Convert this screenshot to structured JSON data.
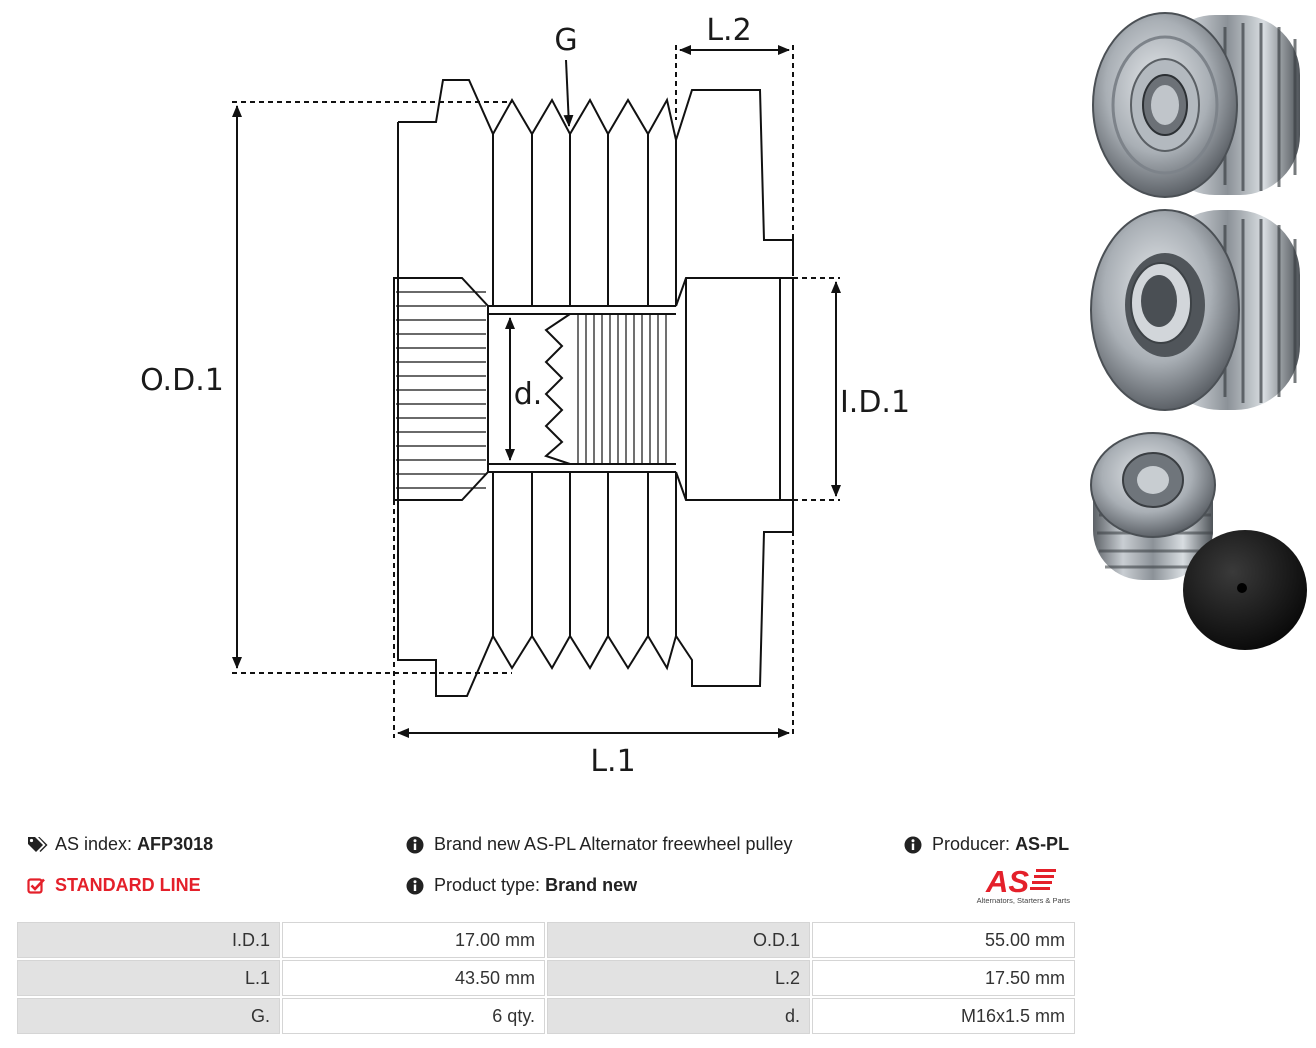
{
  "drawing": {
    "labels": {
      "g": "G",
      "l2": "L.2",
      "od1": "O.D.1",
      "d": "d.",
      "id1": "I.D.1",
      "l1": "L.1"
    }
  },
  "photos": [
    {
      "name": "pulley-front-view"
    },
    {
      "name": "pulley-rear-view"
    },
    {
      "name": "pulley-with-cap-view"
    }
  ],
  "info": {
    "as_index_label": "AS index:",
    "as_index_value": "AFP3018",
    "line": "STANDARD LINE",
    "description": "Brand new AS-PL Alternator freewheel pulley",
    "product_type_label": "Product type:",
    "product_type_value": "Brand new",
    "producer_label": "Producer:",
    "producer_value": "AS-PL"
  },
  "logo": {
    "text": "AS",
    "tagline": "Alternators, Starters & Parts",
    "colors": {
      "red": "#e4202a"
    }
  },
  "specs": [
    {
      "label_1": "I.D.1",
      "value_1": "17.00 mm",
      "label_2": "O.D.1",
      "value_2": "55.00 mm"
    },
    {
      "label_1": "L.1",
      "value_1": "43.50 mm",
      "label_2": "L.2",
      "value_2": "17.50 mm"
    },
    {
      "label_1": "G.",
      "value_1": "6 qty.",
      "label_2": "d.",
      "value_2": "M16x1.5 mm"
    }
  ]
}
